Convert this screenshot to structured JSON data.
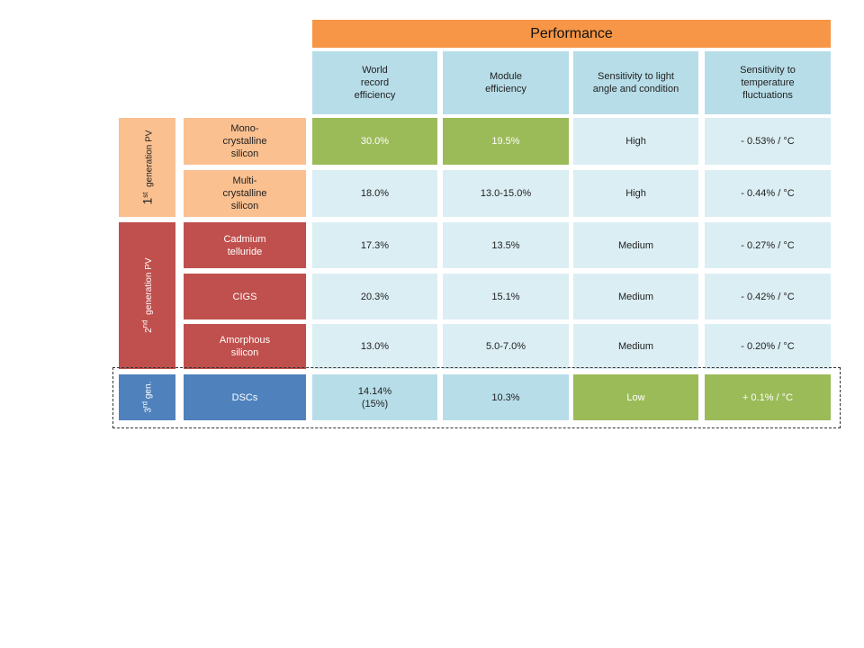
{
  "header": {
    "title": "Performance"
  },
  "columns": [
    "World\nrecord\nefficiency",
    "Module\nefficiency",
    "Sensitivity to light\nangle and condition",
    "Sensitivity to\ntemperature\nfluctuations"
  ],
  "generations": [
    {
      "num": "1",
      "sup": "st",
      "text": "generation PV"
    },
    {
      "num": "2",
      "sup": "nd",
      "text": "generation PV"
    },
    {
      "num": "3",
      "sup": "rd",
      "text": "gen."
    }
  ],
  "rows": [
    {
      "tech": "Mono-\ncrystalline\nsilicon",
      "values": [
        "30.0%",
        "19.5%",
        "High",
        "- 0.53% / °C"
      ]
    },
    {
      "tech": "Multi-\ncrystalline\nsilicon",
      "values": [
        "18.0%",
        "13.0-15.0%",
        "High",
        "- 0.44% / °C"
      ]
    },
    {
      "tech": "Cadmium\ntelluride",
      "values": [
        "17.3%",
        "13.5%",
        "Medium",
        "- 0.27% / °C"
      ]
    },
    {
      "tech": "CIGS",
      "values": [
        "20.3%",
        "15.1%",
        "Medium",
        "- 0.42% / °C"
      ]
    },
    {
      "tech": "Amorphous\nsilicon",
      "values": [
        "13.0%",
        "5.0-7.0%",
        "Medium",
        "- 0.20% / °C"
      ]
    },
    {
      "tech": "DSCs",
      "values": [
        "14.14%\n(15%)",
        "10.3%",
        "Low",
        "+ 0.1% / °C"
      ]
    }
  ],
  "colors": {
    "header": "#f79646",
    "column_header": "#b7dde8",
    "value_light": "#dbeef3",
    "value_highlight": "#9bbb59",
    "gen1": "#fac090",
    "gen2": "#c0504d",
    "gen3": "#4f81bd"
  }
}
